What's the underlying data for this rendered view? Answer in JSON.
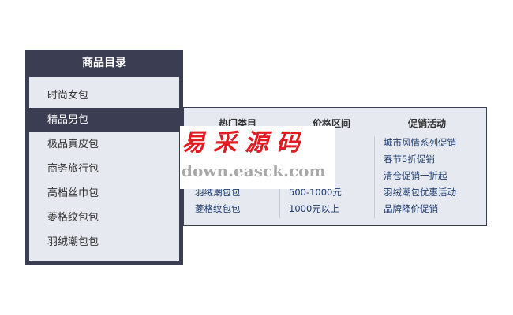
{
  "menu": {
    "title": "商品目录",
    "items": [
      {
        "label": "时尚女包"
      },
      {
        "label": "精品男包",
        "active": true
      },
      {
        "label": "极品真皮包"
      },
      {
        "label": "商务旅行包"
      },
      {
        "label": "高档丝巾包"
      },
      {
        "label": "菱格纹包包"
      },
      {
        "label": "羽绒潮包包"
      }
    ]
  },
  "panel": {
    "columns": [
      {
        "title": "热门类目",
        "items": [
          "羽绒潮包包",
          "菱格纹包包"
        ]
      },
      {
        "title": "价格区间",
        "items": [
          "500-1000元",
          "1000元以上"
        ]
      },
      {
        "title": "促销活动",
        "items": [
          "城市风情系列促销",
          "春节5折促销",
          "清仓促销一折起",
          "羽绒潮包优惠活动",
          "品牌降价促销"
        ]
      }
    ]
  },
  "watermark": {
    "cn": "易采源码",
    "url": "down.easck.com"
  }
}
